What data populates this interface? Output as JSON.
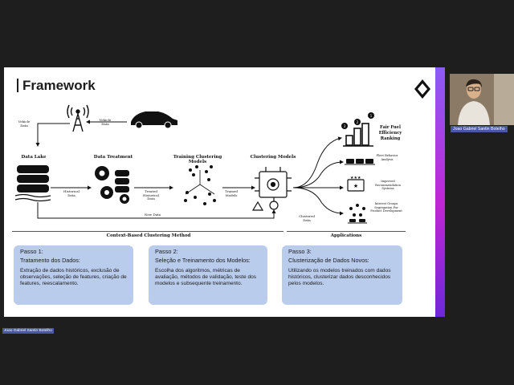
{
  "slide": {
    "title": "Framework",
    "nodes": {
      "vehicle_data_top": "Vehicle Data",
      "vehicle_data_left": "Vehicle Data",
      "data_lake": "Data Lake",
      "data_treatment": "Data Treatment",
      "training_clustering": "Training Clustering Models",
      "clustering_models": "Clustering Models",
      "historical_data": "Historical Data",
      "treated_historical": "Treated Historical Data",
      "trained_models": "Trained Models",
      "new_data": "New Data",
      "clustered_data": "Clustered Data",
      "method_label": "Context-Based Clustering Method",
      "applications": "Applications",
      "fair_fuel": "Fair Fuel Efficiency Ranking",
      "fleet_behavior": "Fleet Behavior Analysis",
      "improved_rec": "Improved Recommendation Systems",
      "interest_groups": "Interest Groups Segregation For Product Development",
      "rank_1": "1",
      "rank_2": "2",
      "rank_3": "3"
    },
    "steps": [
      {
        "heading": "Passo 1:",
        "title": "Tratamento dos Dados:",
        "body": "Extração de dados históricos, exclusão de observações, seleção de features, criação de features, reescalamento."
      },
      {
        "heading": "Passo 2:",
        "title": "Seleção e Treinamento dos Modelos:",
        "body": "Escolha dos algoritmos, métricas de avaliação, métodos de validação, teste dos modelos e subsequente treinamento."
      },
      {
        "heading": "Passo 3:",
        "title": "Clusterização de Dados Novos:",
        "body": "Utilizando os modelos treinados com dados históricos, clusterizar dados desconhecidos pelos modelos."
      }
    ]
  },
  "participants": {
    "presenter_tag": "Joao Gabriel Santin Botelho",
    "self_tag": "Joao Gabriel Santin Botelho"
  },
  "colors": {
    "step_box": "#b9ccec",
    "accent_purple": "#8b5cf6",
    "name_tag": "#4a57a6",
    "background": "#1e1e1e"
  }
}
